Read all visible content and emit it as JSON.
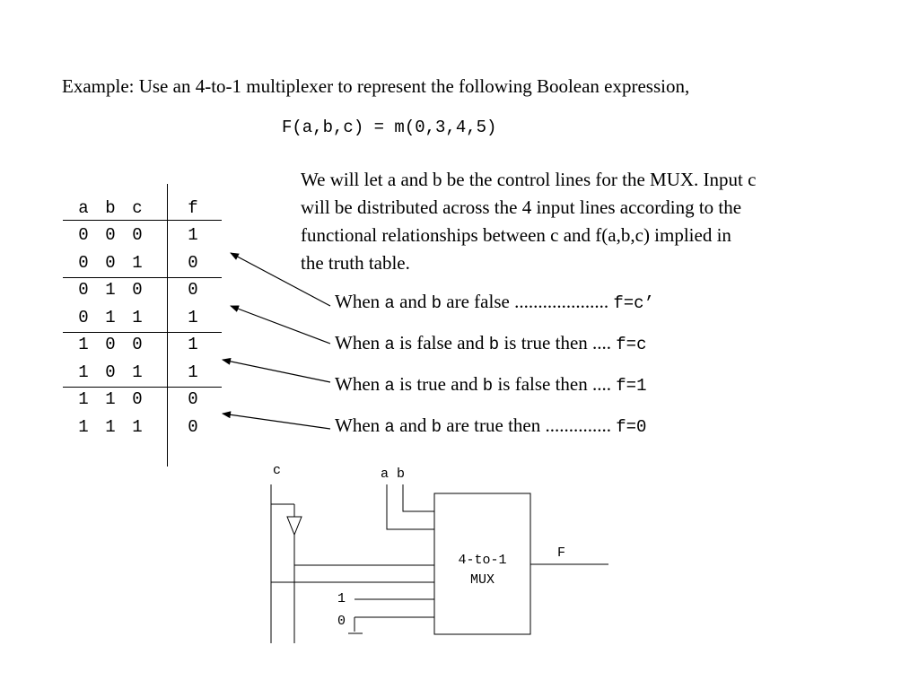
{
  "intro": "Example: Use an 4-to-1 multiplexer to represent the following Boolean expression,",
  "formula": "F(a,b,c) = m(0,3,4,5)",
  "explanation": [
    "We will let a and b be the control lines for the MUX. Input c",
    "will be distributed across the 4 input lines according to the",
    "functional relationships between c and f(a,b,c) implied in",
    "the truth table."
  ],
  "cases": [
    {
      "pre": "When ",
      "a": "a",
      "mid": " and ",
      "b": "b",
      "post": " are false .................... ",
      "result": "f=c’"
    },
    {
      "pre": "When ",
      "a": "a",
      "mid": " is false and ",
      "b": "b",
      "post": " is true then .... ",
      "result": "f=c"
    },
    {
      "pre": "When ",
      "a": "a",
      "mid": " is true and ",
      "b": "b",
      "post": " is false then .... ",
      "result": "f=1"
    },
    {
      "pre": "When ",
      "a": "a",
      "mid": " and ",
      "b": "b",
      "post": " are true then .............. ",
      "result": "f=0"
    }
  ],
  "truth_table": {
    "headers": [
      "a",
      "b",
      "c",
      "f"
    ],
    "rows": [
      [
        "0",
        "0",
        "0",
        "1"
      ],
      [
        "0",
        "0",
        "1",
        "0"
      ],
      [
        "0",
        "1",
        "0",
        "0"
      ],
      [
        "0",
        "1",
        "1",
        "1"
      ],
      [
        "1",
        "0",
        "0",
        "1"
      ],
      [
        "1",
        "0",
        "1",
        "1"
      ],
      [
        "1",
        "1",
        "0",
        "0"
      ],
      [
        "1",
        "1",
        "1",
        "0"
      ]
    ]
  },
  "circuit": {
    "input_c": "c",
    "select_labels": "a b",
    "mux_line1": "4-to-1",
    "mux_line2": "MUX",
    "output": "F",
    "const_one": "1",
    "const_zero": "0"
  }
}
